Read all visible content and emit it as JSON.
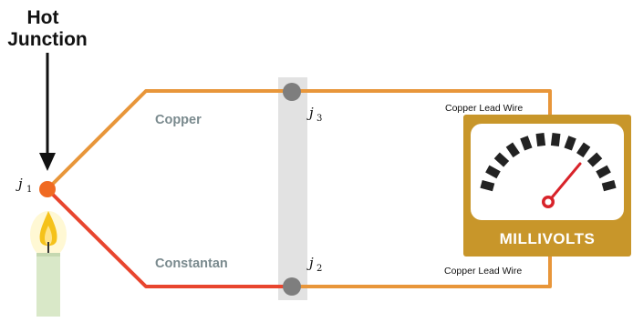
{
  "hot_junction_label": [
    "Hot",
    "Junction"
  ],
  "wires": {
    "top_label": "Copper",
    "bottom_label": "Constantan",
    "lead_top": "Copper Lead Wire",
    "lead_bottom": "Copper Lead Wire"
  },
  "junctions": {
    "j1": {
      "letter": "j",
      "sub": "1"
    },
    "j2": {
      "letter": "j",
      "sub": "2"
    },
    "j3": {
      "letter": "j",
      "sub": "3"
    }
  },
  "meter": {
    "label": "MILLIVOLTS"
  },
  "colors": {
    "copper_wire": "#e8963a",
    "constantan_wire": "#e8452e",
    "meter_gold": "#c8962a",
    "block_gray": "#e2e2e2",
    "terminal_gray": "#7e7e7e",
    "junction_orange": "#f06a22",
    "needle_red": "#d8232a"
  }
}
